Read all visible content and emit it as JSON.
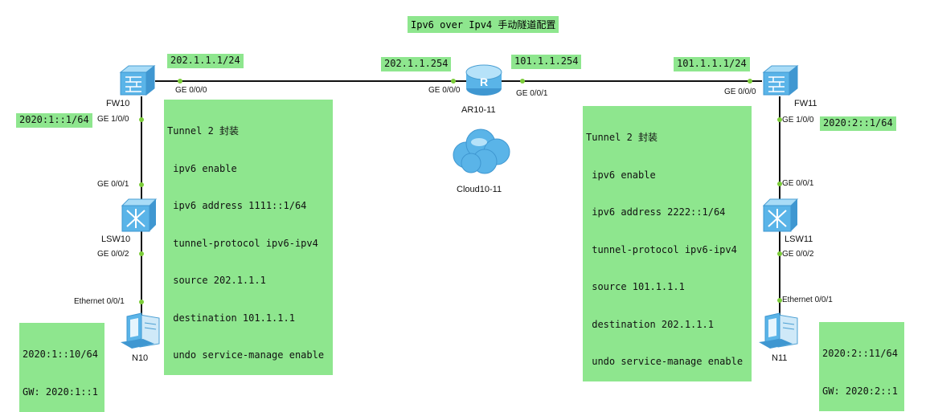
{
  "title": "Ipv6 over Ipv4 手动隧道配置",
  "devices": {
    "fw10": "FW10",
    "fw11": "FW11",
    "ar": "AR10-11",
    "cloud": "Cloud10-11",
    "lsw10": "LSW10",
    "lsw11": "LSW11",
    "n10": "N10",
    "n11": "N11"
  },
  "ports": {
    "fw10_ge000": "GE 0/0/0",
    "fw10_ge100": "GE 1/0/0",
    "lsw10_ge001": "GE 0/0/1",
    "lsw10_ge002": "GE 0/0/2",
    "n10_eth": "Ethernet 0/0/1",
    "ar_ge000": "GE 0/0/0",
    "ar_ge001": "GE 0/0/1",
    "fw11_ge000": "GE 0/0/0",
    "fw11_ge100": "GE 1/0/0",
    "lsw11_ge001": "GE 0/0/1",
    "lsw11_ge002": "GE 0/0/2",
    "n11_eth": "Ethernet 0/0/1"
  },
  "addresses": {
    "fw10_wan": "202.1.1.1/24",
    "ar_left": "202.1.1.254",
    "ar_right": "101.1.1.254",
    "fw11_wan": "101.1.1.1/24",
    "fw10_lan": "2020:1::1/64",
    "fw11_lan": "2020:2::1/64"
  },
  "tunnel_left": [
    "Tunnel 2 封装",
    " ipv6 enable",
    " ipv6 address 1111::1/64",
    " tunnel-protocol ipv6-ipv4",
    " source 202.1.1.1",
    " destination 101.1.1.1",
    " undo service-manage enable"
  ],
  "tunnel_right": [
    "Tunnel 2 封装",
    " ipv6 enable",
    " ipv6 address 2222::1/64",
    " tunnel-protocol ipv6-ipv4",
    " source 101.1.1.1",
    " destination 202.1.1.1",
    " undo service-manage enable"
  ],
  "host_left": [
    "2020:1::10/64",
    "GW: 2020:1::1"
  ],
  "host_right": [
    "2020:2::11/64",
    "GW: 2020:2::1"
  ],
  "colors": {
    "note_bg": "#8ee68e",
    "port_dot": "#7ccc3a",
    "device_blue": "#5ab4e8",
    "link": "#111111"
  }
}
